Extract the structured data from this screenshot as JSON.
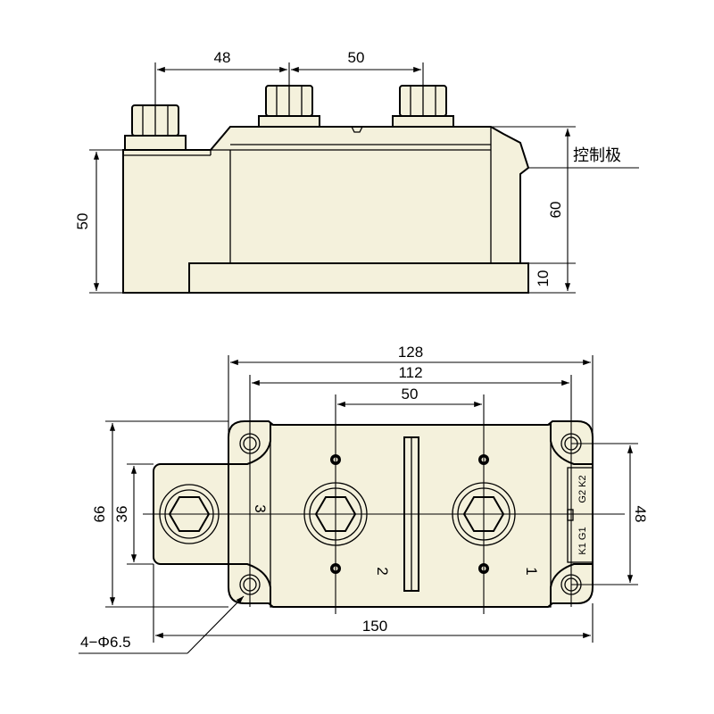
{
  "side_view": {
    "dim_spacing_left": "48",
    "dim_spacing_right": "50",
    "dim_height_left": "50",
    "dim_height_right": "60",
    "dim_base": "10",
    "label_gate": "控制极"
  },
  "top_view": {
    "dim_total_width": "128",
    "dim_hole_spacing": "112",
    "dim_terminal_spacing": "50",
    "dim_overall_length": "150",
    "dim_height_outer": "66",
    "dim_height_inner": "36",
    "dim_hole_vertical": "48",
    "label_holes": "4−Φ6.5",
    "terminal_1": "1",
    "terminal_2": "2",
    "terminal_3": "3",
    "gate_label_upper": "G2 K2",
    "gate_label_lower": "K1 G1"
  },
  "colors": {
    "body_fill": "#f4f1dc",
    "line": "#000000"
  }
}
